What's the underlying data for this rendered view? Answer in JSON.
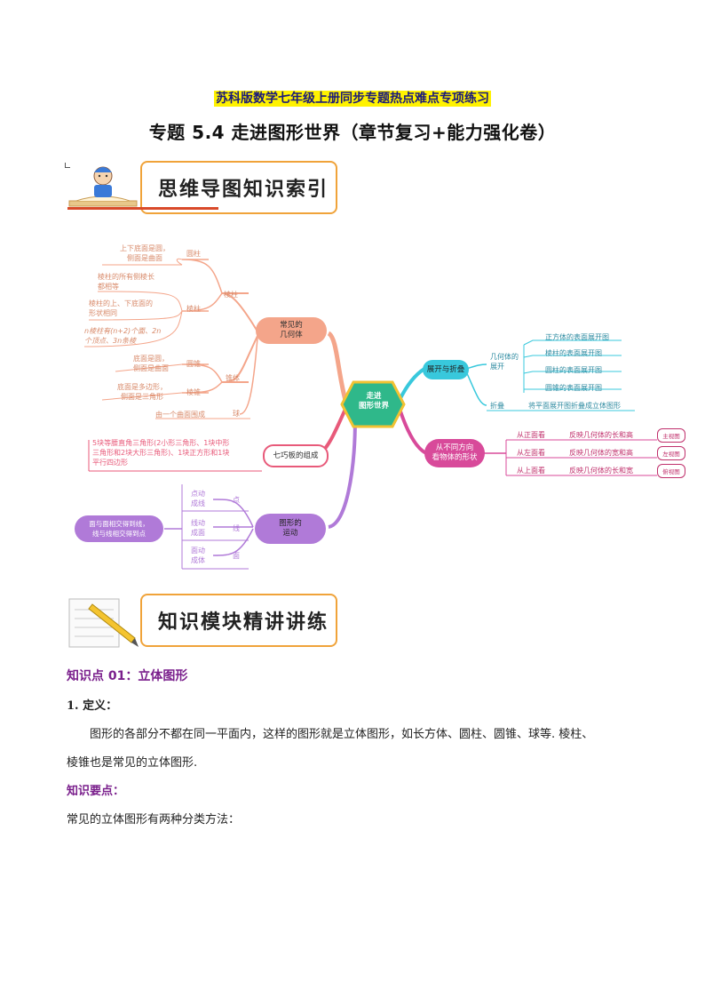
{
  "header": {
    "banner": "苏科版数学七年级上册同步专题热点难点专项练习",
    "title": "专题 5.4  走进图形世界（章节复习+能力强化卷）"
  },
  "banner1": {
    "label": "思维导图知识索引"
  },
  "banner2": {
    "label": "知识模块精讲讲练"
  },
  "mindmap": {
    "center": "走进\n图形世界",
    "left": {
      "common": {
        "label": "常见的\n几何体",
        "prism_group": "棱柱",
        "cylinder": "圆柱",
        "cylinder_desc": "上下底面是圆，\n侧面是曲面",
        "prism": "棱柱",
        "prism_desc1": "棱柱的所有侧棱长\n都相等",
        "prism_desc2": "棱柱的上、下底面的\n形状相同",
        "prism_desc3": "n棱柱有(n+2)个面、2n\n个顶点、3n条棱",
        "cone_group": "锥体",
        "cone": "圆锥",
        "cone_desc": "底面是圆，\n侧面是曲面",
        "pyramid": "棱锥",
        "pyramid_desc": "底面是多边形，\n侧面是三角形",
        "sphere": "球",
        "sphere_desc": "由一个曲面围成"
      },
      "tangram": {
        "label": "七巧板的组成",
        "desc": "5块等腰直角三角形(2小形三角形、1块中形\n三角形和2块大形三角形)、1块正方形和1块\n平行四边形"
      },
      "motion": {
        "label": "图形的\n运动",
        "point_motion": "点动\n成线",
        "point": "点",
        "line_motion": "线动\n成面",
        "line": "线",
        "surface_motion": "面动\n成体",
        "surface": "面",
        "intersect": "面与面相交得到线，\n线与线相交得到点"
      }
    },
    "right": {
      "unfold": {
        "label": "展开与折叠",
        "geo_unfold": "几何体的\n展开",
        "items": [
          "正方体的表面展开图",
          "棱柱的表面展开图",
          "圆柱的表面展开图",
          "圆锥的表面展开图"
        ],
        "fold": "折叠",
        "fold_desc": "将平面展开图折叠成立体图形"
      },
      "views": {
        "label": "从不同方向\n看物体的形状",
        "rows": [
          {
            "from": "从正面看",
            "desc": "反映几何体的长和高",
            "tag": "主视图"
          },
          {
            "from": "从左面看",
            "desc": "反映几何体的宽和高",
            "tag": "左视图"
          },
          {
            "from": "从上面看",
            "desc": "反映几何体的长和宽",
            "tag": "俯视图"
          }
        ]
      }
    }
  },
  "section": {
    "heading": "知识点 01：立体图形",
    "item1_label": "1.   定义：",
    "def_line1": "图形的各部分不都在同一平面内，这样的图形就是立体图形，如长方体、圆柱、圆锥、球等. 棱柱、",
    "def_line2": "棱锥也是常见的立体图形.",
    "key_points": "知识要点：",
    "classify": "常见的立体图形有两种分类方法："
  },
  "colors": {
    "banner_border": "#f0a33a",
    "center": "#2fb88a",
    "common": "#f4a58a",
    "tangram": "#e85a7a",
    "motion": "#b07ad8",
    "unfold": "#38c8dc",
    "views": "#d84a9a",
    "heading": "#7a1f8c"
  }
}
